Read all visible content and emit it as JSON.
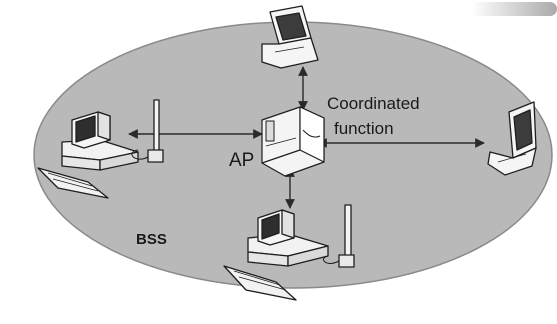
{
  "diagram": {
    "labels": {
      "coordinated_line1": "Coordinated",
      "coordinated_line2": "function",
      "ap": "AP",
      "bss": "BSS"
    },
    "nodes": [
      {
        "id": "access-point",
        "kind": "access point",
        "label": "AP"
      },
      {
        "id": "laptop-top",
        "kind": "laptop"
      },
      {
        "id": "laptop-right",
        "kind": "laptop"
      },
      {
        "id": "desktop-left",
        "kind": "desktop with antenna"
      },
      {
        "id": "desktop-bottom",
        "kind": "desktop with antenna"
      }
    ],
    "links": [
      {
        "from": "access-point",
        "to": "laptop-top",
        "type": "double-arrow"
      },
      {
        "from": "access-point",
        "to": "laptop-right",
        "type": "double-arrow"
      },
      {
        "from": "access-point",
        "to": "desktop-left",
        "type": "double-arrow"
      },
      {
        "from": "access-point",
        "to": "desktop-bottom",
        "type": "double-arrow"
      }
    ],
    "colors": {
      "ellipse_fill": "#b9b9b9",
      "ellipse_stroke": "#8a8a8a",
      "device_stroke": "#1e1e1e",
      "arrow": "#2a2a2a"
    }
  }
}
